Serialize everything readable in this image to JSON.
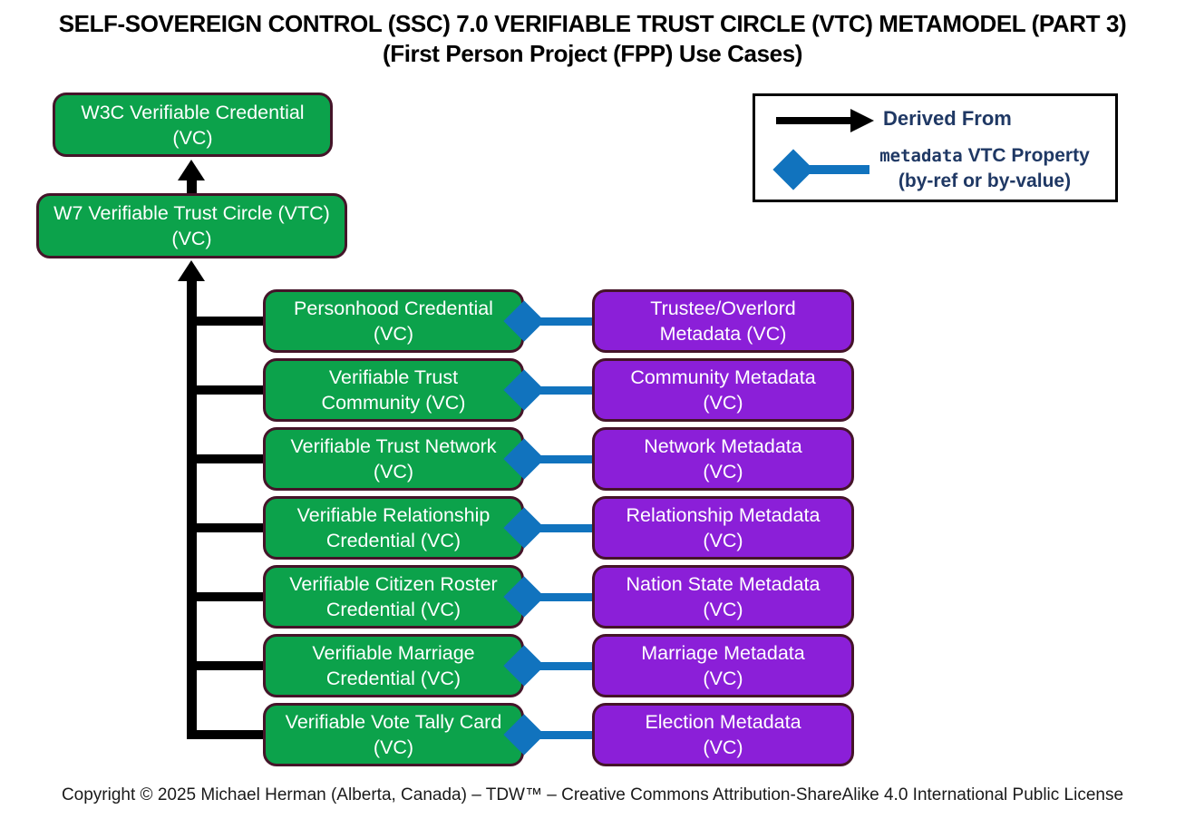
{
  "title": {
    "line1": "SELF-SOVEREIGN CONTROL (SSC) 7.0 VERIFIABLE TRUST CIRCLE (VTC) METAMODEL (PART 3)",
    "line2": "(First Person Project (FPP) Use Cases)"
  },
  "nodes": {
    "w3c": {
      "line1": "W3C Verifiable Credential",
      "line2": "(VC)"
    },
    "w7": {
      "line1": "W7 Verifiable Trust Circle (VTC)",
      "line2": "(VC)"
    }
  },
  "rows": [
    {
      "credential": {
        "line1": "Personhood Credential",
        "line2": "(VC)"
      },
      "metadata": {
        "line1": "Trustee/Overlord",
        "line2": "Metadata (VC)"
      }
    },
    {
      "credential": {
        "line1": "Verifiable Trust",
        "line2": "Community (VC)"
      },
      "metadata": {
        "line1": "Community Metadata",
        "line2": "(VC)"
      }
    },
    {
      "credential": {
        "line1": "Verifiable Trust Network",
        "line2": "(VC)"
      },
      "metadata": {
        "line1": "Network Metadata",
        "line2": "(VC)"
      }
    },
    {
      "credential": {
        "line1": "Verifiable Relationship",
        "line2": "Credential (VC)"
      },
      "metadata": {
        "line1": "Relationship Metadata",
        "line2": "(VC)"
      }
    },
    {
      "credential": {
        "line1": "Verifiable Citizen Roster",
        "line2": "Credential (VC)"
      },
      "metadata": {
        "line1": "Nation State Metadata",
        "line2": "(VC)"
      }
    },
    {
      "credential": {
        "line1": "Verifiable Marriage",
        "line2": "Credential (VC)"
      },
      "metadata": {
        "line1": "Marriage Metadata",
        "line2": "(VC)"
      }
    },
    {
      "credential": {
        "line1": "Verifiable Vote Tally Card",
        "line2": "(VC)"
      },
      "metadata": {
        "line1": "Election Metadata",
        "line2": "(VC)"
      }
    }
  ],
  "legend": {
    "derived_from_label": "Derived From",
    "metadata_word": "metadata",
    "vtc_property_label": " VTC Property",
    "by_ref_label": "(by-ref or by-value)"
  },
  "footer": {
    "copyright": "Copyright © 2025 Michael Herman (Alberta, Canada) – TDW™ – Creative Commons Attribution-ShareAlike 4.0 International Public License"
  },
  "colors": {
    "green_fill": "#0CA24B",
    "purple_fill": "#8B1FD8",
    "blue_accent": "#1173BE",
    "node_border": "#451429",
    "navy_text": "#1F3864",
    "title_text": "#000000",
    "footer_text": "#1A1A1A"
  }
}
